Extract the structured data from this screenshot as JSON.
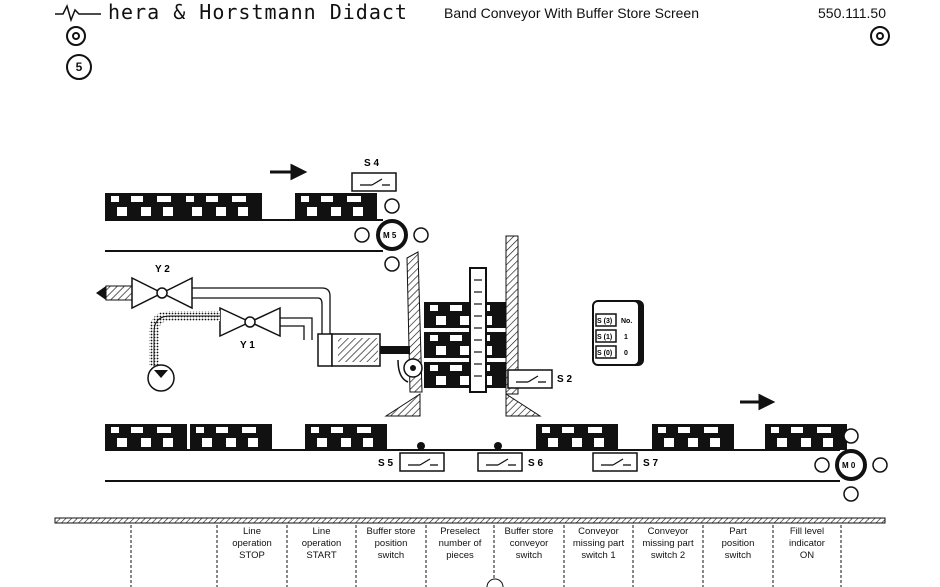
{
  "header": {
    "brand": "hera & Horstmann Didact",
    "title": "Band Conveyor With Buffer Store Screen",
    "code": "550.111.50",
    "badge": "5"
  },
  "labels": {
    "s4": "S 4",
    "y2": "Y 2",
    "y1": "Y 1",
    "m5": "M 5",
    "s2": "S 2",
    "s5": "S 5",
    "s6": "S 6",
    "s7": "S 7",
    "m0": "M 0"
  },
  "counter_panel": {
    "rows": [
      {
        "label": "S (3)",
        "value": "No."
      },
      {
        "label": "S (1)",
        "value": "1"
      },
      {
        "label": "S (0)",
        "value": "0"
      }
    ]
  },
  "table_columns": [
    "Line\noperation\nSTOP",
    "Line\noperation\nSTART",
    "Buffer store\nposition\nswitch",
    "Preselect\nnumber of\npieces",
    "Buffer store\nconveyor\nswitch",
    "Conveyor\nmissing part\nswitch 1",
    "Conveyor\nmissing part\nswitch 2",
    "Part\nposition\nswitch",
    "Fill level\nindicator\nON"
  ]
}
